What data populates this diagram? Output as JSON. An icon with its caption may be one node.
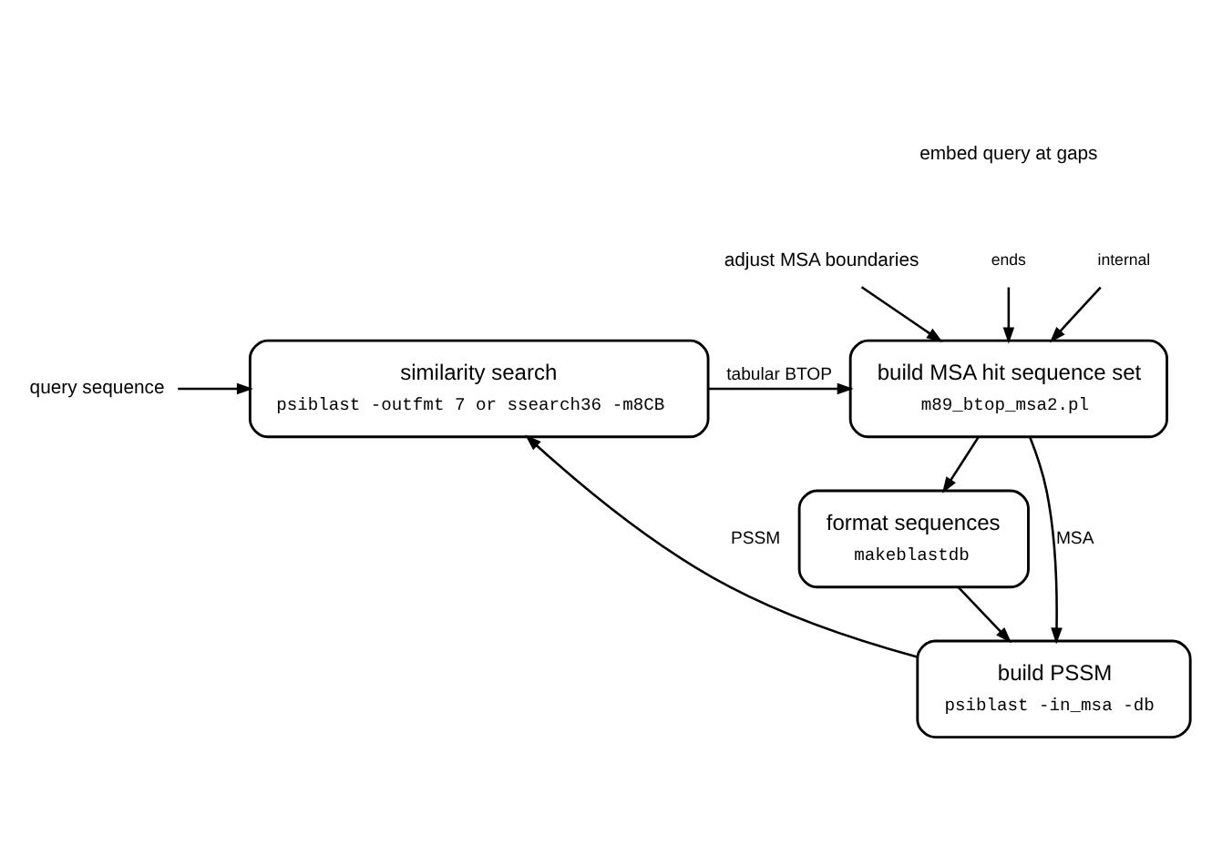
{
  "diagram": {
    "nodes": [
      {
        "text": [
          "query sequence"
        ]
      },
      {
        "text": [
          "similarity search",
          "psiblast -outfmt 7 or ssearch36 -m8CB"
        ]
      },
      {
        "text": [
          "build MSA hit sequence set",
          "m89_btop_msa2.pl"
        ]
      },
      {
        "text": [
          "adjust MSA boundaries"
        ]
      },
      {
        "text": [
          "ends"
        ]
      },
      {
        "text": [
          "internal"
        ]
      },
      {
        "text": [
          "format sequences",
          "makeblastdb"
        ]
      },
      {
        "text": [
          "build PSSM",
          "psiblast -in_msa -db"
        ]
      }
    ],
    "edges": [
      {
        "from": 0,
        "to": 1,
        "arrow": "to"
      },
      {
        "from": 1,
        "to": 2,
        "arrow": "to",
        "label": "tabular BTOP"
      },
      {
        "from": 3,
        "to": 2,
        "arrow": "to"
      },
      {
        "from": 4,
        "to": 2,
        "arrow": "to"
      },
      {
        "from": 5,
        "to": 2,
        "arrow": "to"
      },
      {
        "from": 2,
        "to": 7,
        "arrow": "to",
        "label": "MSA"
      },
      {
        "from": 2,
        "to": 6,
        "arrow": "to"
      },
      {
        "from": 6,
        "to": 7,
        "arrow": "to"
      },
      {
        "from": 7,
        "to": 1,
        "arrow": "to",
        "label": "PSSM"
      }
    ],
    "labels": [
      "embed query at gaps"
    ]
  }
}
